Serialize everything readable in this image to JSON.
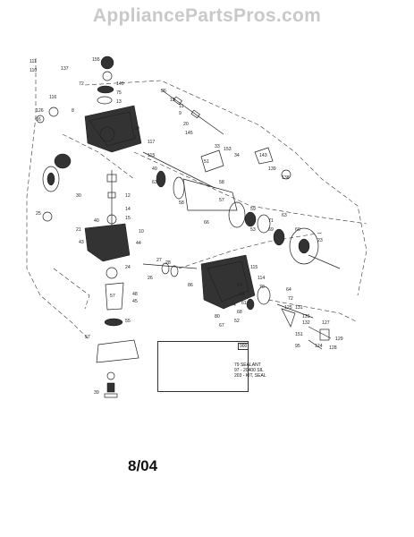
{
  "watermark": "AppliancePartsPros.com",
  "date_code": "8/04",
  "legend": {
    "tag": "900",
    "lines": [
      "79 SEALANT",
      "97 - 20400 SIL",
      "203 - KIT, SEAL"
    ]
  },
  "part_labels": [
    "111",
    "110",
    "137",
    "155",
    "72",
    "116",
    "126",
    "16",
    "8",
    "140",
    "75",
    "13",
    "36",
    "15",
    "11",
    "9",
    "20",
    "145",
    "50",
    "1",
    "117",
    "115",
    "72",
    "30",
    "12",
    "14",
    "15",
    "40",
    "21",
    "43",
    "10",
    "44",
    "24",
    "49",
    "63",
    "58",
    "58",
    "66",
    "57",
    "59",
    "53",
    "71",
    "69",
    "63",
    "60",
    "23",
    "25",
    "26",
    "27",
    "28",
    "57",
    "55",
    "48",
    "45",
    "86",
    "115",
    "114",
    "64",
    "62",
    "61",
    "74",
    "70",
    "64",
    "72",
    "68",
    "52",
    "67",
    "33",
    "51",
    "153",
    "34",
    "143",
    "139",
    "138",
    "80",
    "125",
    "131",
    "131",
    "132",
    "127",
    "151",
    "95",
    "124",
    "129",
    "128",
    "39",
    "57"
  ]
}
